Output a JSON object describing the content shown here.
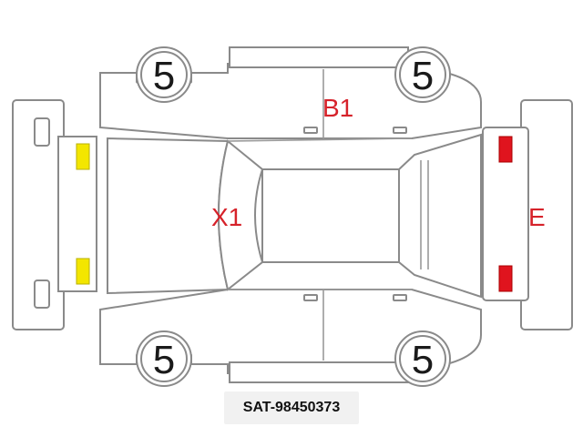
{
  "labels": {
    "front_left_tire": "5",
    "front_right_tire": "5",
    "rear_left_tire": "5",
    "rear_right_tire": "5",
    "roof": "B1",
    "front_panel": "X1",
    "rear_panel": "E"
  },
  "code": "SAT-98450373",
  "colors": {
    "yellow_marker": "#f3e600",
    "red_marker": "#e0141e",
    "label_red": "#d6222a",
    "outline": "#8a8a8a"
  }
}
